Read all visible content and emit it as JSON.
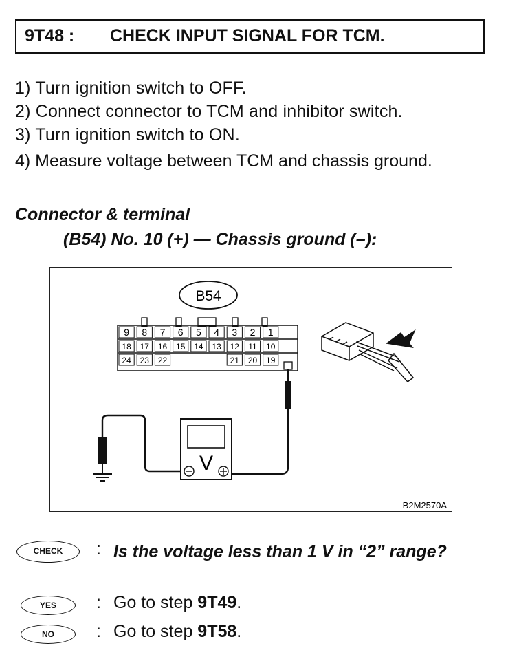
{
  "header": {
    "code": "9T48 :",
    "title": "CHECK INPUT SIGNAL FOR TCM."
  },
  "steps": [
    "1)  Turn ignition switch to OFF.",
    "2)  Connect connector to TCM and inhibitor switch.",
    "3)  Turn ignition switch to ON.",
    "4)  Measure voltage between TCM and chassis ground."
  ],
  "connector": {
    "heading": "Connector & terminal",
    "spec": "(B54) No. 10 (+) — Chassis ground (–):"
  },
  "figure": {
    "connector_label": "B54",
    "terminals_row1": [
      "9",
      "8",
      "7",
      "6",
      "5",
      "4",
      "3",
      "2",
      "1"
    ],
    "terminals_row2": [
      "18",
      "17",
      "16",
      "15",
      "14",
      "13",
      "12",
      "11",
      "10"
    ],
    "terminals_row3": [
      "24",
      "23",
      "22",
      "21",
      "20",
      "19"
    ],
    "meter_symbol": "V",
    "figure_code": "B2M2570A"
  },
  "check": {
    "badge": "CHECK",
    "colon": ":",
    "question": "Is the voltage less than 1 V in “2” range?"
  },
  "answers": {
    "yes": {
      "badge": "YES",
      "prefix": "Go to step ",
      "target": "9T49",
      "suffix": "."
    },
    "no": {
      "badge": "NO",
      "prefix": "Go to step ",
      "target": "9T58",
      "suffix": "."
    }
  }
}
